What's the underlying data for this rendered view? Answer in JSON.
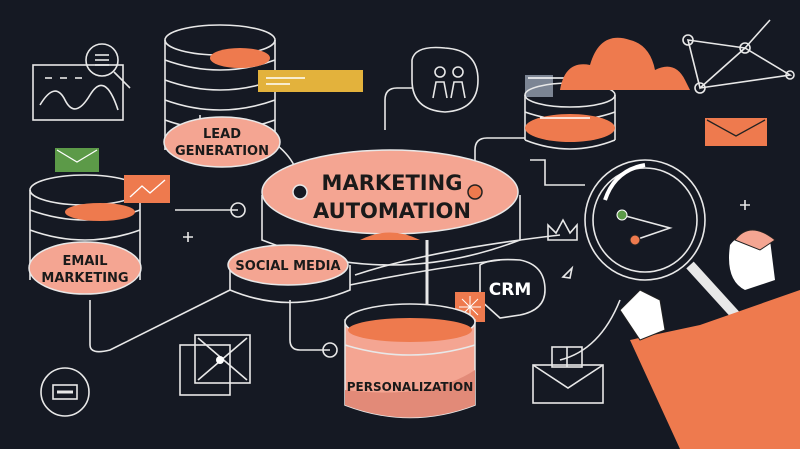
{
  "labels": {
    "lead_generation": [
      "LEAD",
      "GENERATION"
    ],
    "marketing_automation": [
      "MARKETING",
      "AUTOMATION"
    ],
    "email_marketing": [
      "EMAIL",
      "MARKETING"
    ],
    "social_media": "SOCIAL MEDIA",
    "personalization": "PERSONALIZATION",
    "crm": "CRM"
  },
  "colors": {
    "background": "#151923",
    "salmon": "#f4a592",
    "orange": "#ee7a4e",
    "yellow": "#e3b23c",
    "green": "#5c9a48",
    "line": "#e8e8e8"
  },
  "icons": [
    "analytics-chart-icon",
    "document-icon",
    "people-icon",
    "envelope-icon",
    "cloud-icon",
    "network-icon",
    "magnifier-icon",
    "crown-icon",
    "sparkle-icon",
    "badge-icon",
    "photo-icon",
    "ballot-box-icon"
  ]
}
